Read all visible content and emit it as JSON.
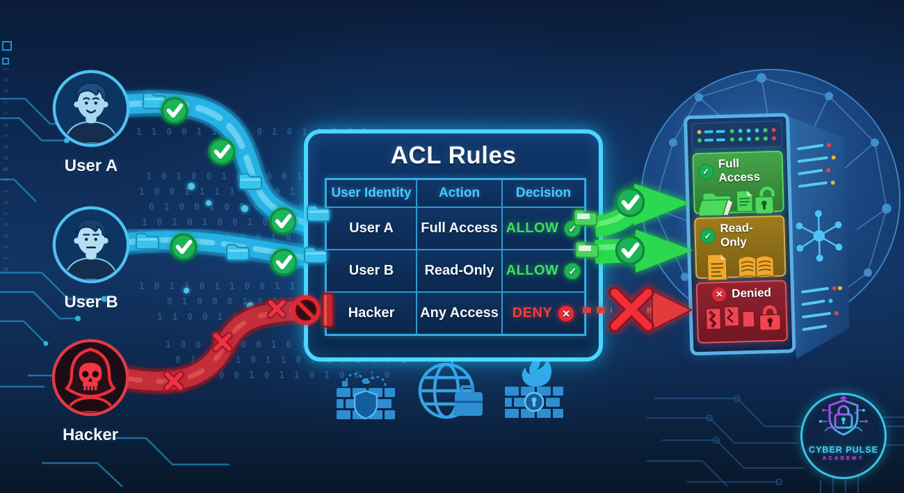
{
  "acl_table": {
    "title": "ACL Rules",
    "headers": [
      "User Identity",
      "Action",
      "Decision"
    ],
    "rows": [
      {
        "identity": "User A",
        "action": "Full Access",
        "decision": "ALLOW",
        "status": "allow"
      },
      {
        "identity": "User B",
        "action": "Read-Only",
        "decision": "ALLOW",
        "status": "allow"
      },
      {
        "identity": "Hacker",
        "action": "Any Access",
        "decision": "DENY",
        "status": "deny"
      }
    ]
  },
  "nodes": {
    "user_a": {
      "label": "User A"
    },
    "user_b": {
      "label": "User B"
    },
    "hacker": {
      "label": "Hacker"
    }
  },
  "server": {
    "panels": [
      {
        "label": "Full Access",
        "status": "allow"
      },
      {
        "label": "Read-Only",
        "status": "allow"
      },
      {
        "label": "Denied",
        "status": "deny"
      }
    ]
  },
  "logo": {
    "line1": "CYBER PULSE",
    "line2": "ACADEMY"
  },
  "glyphs": {
    "check": "✓",
    "cross": "✕"
  },
  "colors": {
    "accent_cyan": "#49d6ff",
    "allow_green": "#3ce05f",
    "deny_red": "#f23d3d",
    "panel_green": "#3f9c40",
    "panel_amber": "#9c7a17",
    "panel_red": "#8e2030"
  },
  "background": {
    "binary_rows": [
      "1 1 0 0 1 1 0 1 0 1 0 1 1 0 0 1",
      "1 0 1 0 0 1 0 0 0 0 1 1 0 1 0 0",
      "1 0 0 1 1 1 1 1 1 0 1 0 1 1 0 1",
      "0 1 0 0 1 0 0 0 1 0 0 1 0 0 1 0",
      "1 0 1 0 1 0 0 1 0 1 1 0 1 0 1 1",
      "0 1 1 0 0 1 0 0 1 0 1 0 0 1 1 0",
      "1 0 1 1 0 1 1 0 0 1 1 0 0 1 0 1",
      "0 1 0 0 0 1 0 1 1 0 1 1 0 0 1 0",
      "1 1 0 0 1 0 1 0 1 0 0 1 1 0 1 0",
      "1 0 0 1 1 0 0 1 0 1 0 0 1 1 0 1",
      "0 1 1 0 1 0 1 1 0 0 1 0 1 0 0 1",
      "1 0 1 1 0 0 1 0 1 1 0 1 0 0 1 0",
      "1 0 0 1 1 0 1 0 0 1",
      "0 1 1 0 1 0 0 1 1 0"
    ]
  }
}
